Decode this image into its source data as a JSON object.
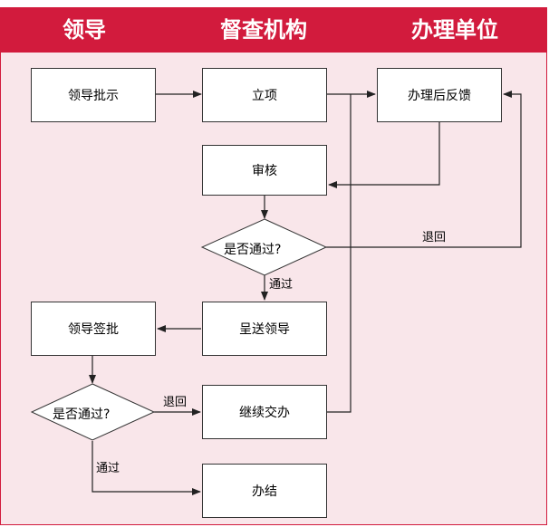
{
  "lanes": [
    "领导",
    "督查机构",
    "办理单位"
  ],
  "nodes": {
    "leader_instruction": "领导批示",
    "register": "立项",
    "feedback": "办理后反馈",
    "review": "审核",
    "decision1": "是否通过?",
    "send_leader": "呈送领导",
    "leader_sign": "领导签批",
    "decision2": "是否通过?",
    "continue": "继续交办",
    "complete": "办结"
  },
  "edge_labels": {
    "return1": "退回",
    "pass1": "通过",
    "return2": "退回",
    "pass2": "通过"
  },
  "colors": {
    "header": "#d21b3d",
    "background": "#f9e6ea",
    "box": "#ffffff",
    "line": "#333333"
  }
}
